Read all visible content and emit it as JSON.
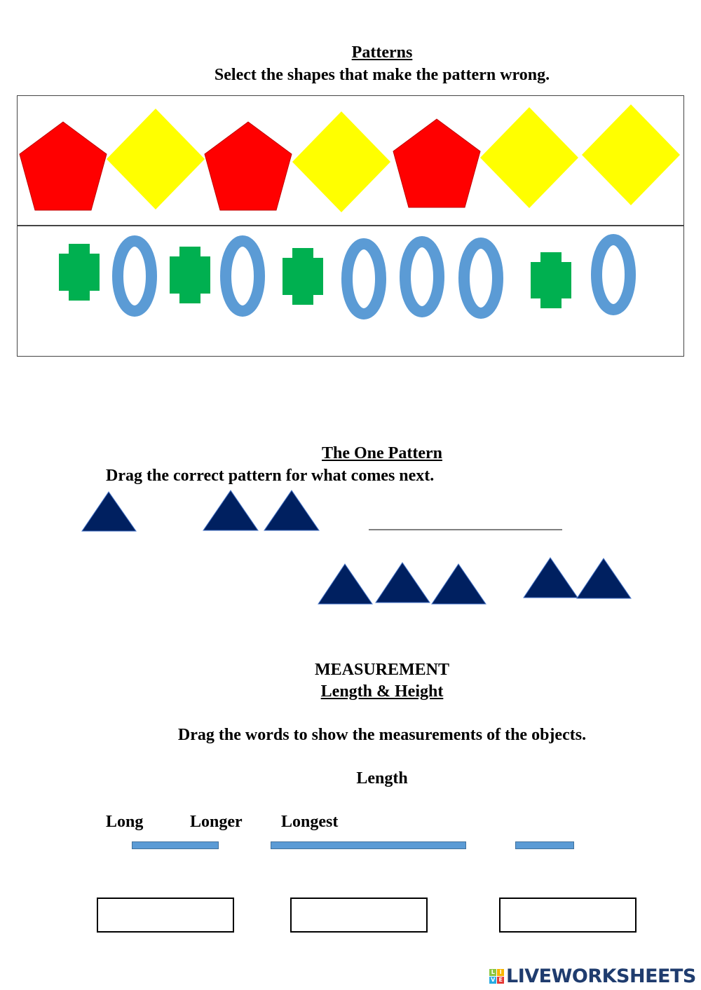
{
  "patterns": {
    "title": "Patterns",
    "instruction": "Select the shapes that make the pattern wrong."
  },
  "one_pattern": {
    "title": "The One Pattern",
    "instruction": "Drag the correct pattern for what comes next."
  },
  "measurement": {
    "heading": "MEASUREMENT",
    "subtitle": "Length & Height",
    "instruction": "Drag the words to show the measurements of the objects.",
    "section": "Length",
    "words": [
      "Long",
      "Longer",
      "Longest"
    ]
  },
  "colors": {
    "pentagon": "#ff0000",
    "diamond": "#ffff00",
    "cross": "#00b050",
    "oval": "#5b9bd5",
    "triangle": "#002060"
  },
  "logo": {
    "text": "LIVEWORKSHEETS",
    "tiles": [
      "L",
      "I",
      "V",
      "E"
    ]
  }
}
